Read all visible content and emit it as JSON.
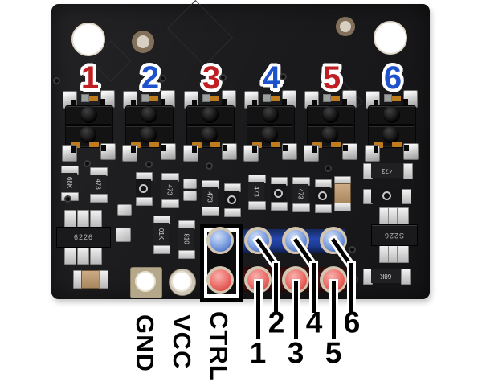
{
  "sensor_labels": [
    {
      "text": "1",
      "color": "red"
    },
    {
      "text": "2",
      "color": "blue"
    },
    {
      "text": "3",
      "color": "red"
    },
    {
      "text": "4",
      "color": "blue"
    },
    {
      "text": "5",
      "color": "red"
    },
    {
      "text": "6",
      "color": "blue"
    }
  ],
  "pin_header_labels": {
    "gnd": "GND",
    "vcc": "VCC",
    "ctrl": "CTRL"
  },
  "pin_numbers": {
    "blue_row": [
      "2",
      "4",
      "6"
    ],
    "red_row": [
      "1",
      "3",
      "5"
    ]
  },
  "smd_markings": {
    "res_68k": "68K",
    "res_473": "473",
    "res_01k": "01K",
    "res_810": "810",
    "ic_left": "6226",
    "ic_right": "S226"
  },
  "colors": {
    "annotation_red": "#bf1e22",
    "annotation_blue": "#1e52cc",
    "board": "#1b1b1d",
    "band_blue": "#2546ad",
    "band_red": "#4c1414",
    "pin_blue": "#94b1e7",
    "pin_red": "#ef7d78",
    "pad_cream": "#d2c6b0",
    "hole_white": "#ffffff",
    "smd_silver": "#d6d6d6",
    "smd_gold": "#c07b1c",
    "smd_text": "#cfcfcf",
    "background": "#ffffff"
  }
}
